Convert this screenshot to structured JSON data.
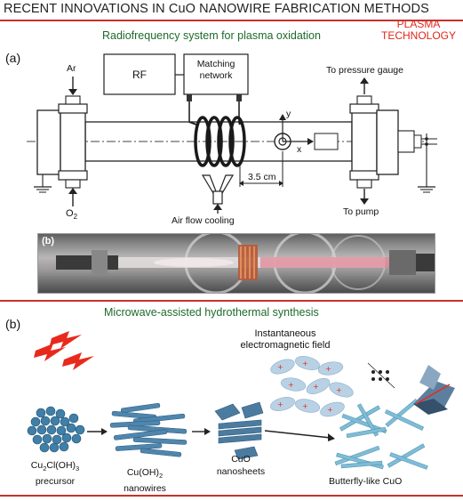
{
  "header": {
    "title": "RECENT INNOVATIONS IN CuO NANOWIRE FABRICATION METHODS",
    "tag_line1": "PLASMA",
    "tag_line2": "TECHNOLOGY"
  },
  "panel_a": {
    "section_title": "Radiofrequency system for plasma oxidation",
    "label": "(a)",
    "rf_label": "RF",
    "matching_line1": "Matching",
    "matching_line2": "network",
    "ar_label": "Ar",
    "o2_label": "O",
    "o2_sub": "2",
    "pressure_label": "To pressure gauge",
    "pump_label": "To pump",
    "distance_label": "3.5 cm",
    "cooling_label": "Air flow cooling",
    "axis_y": "y",
    "axis_x": "x",
    "photo_label": "(b)"
  },
  "panel_b": {
    "section_title": "Microwave-assisted hydrothermal synthesis",
    "label": "(b)",
    "field_line1": "Instantaneous",
    "field_line2": "electromagnetic field",
    "precursor_line1_a": "Cu",
    "precursor_line1_b": "2",
    "precursor_line1_c": "Cl(OH)",
    "precursor_line1_d": "3",
    "precursor_line2": "precursor",
    "nanowires_line1_a": "Cu(OH)",
    "nanowires_line1_b": "2",
    "nanowires_line2": "nanowires",
    "sheets_line1": "CuO",
    "sheets_line2": "nanosheets",
    "butterfly_label": "Butterfly-like CuO"
  },
  "colors": {
    "accent_red": "#e1261c",
    "title_green": "#1e6a2a",
    "sphere_blue": "#3f7fa8",
    "rod_blue": "#4f86ad",
    "field_blue": "#b9d1e4"
  }
}
